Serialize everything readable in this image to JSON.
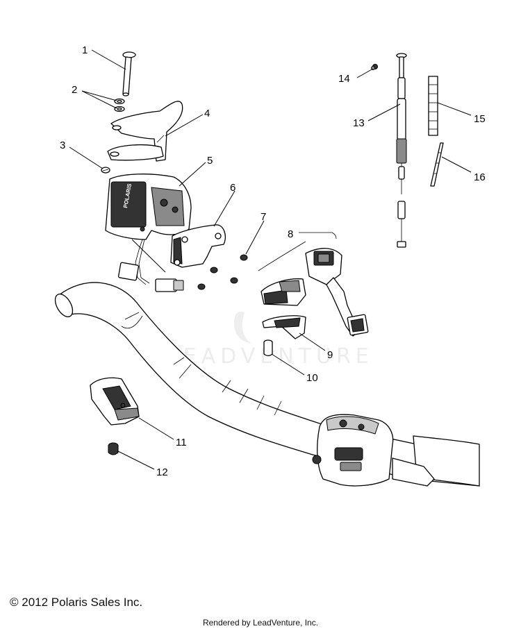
{
  "callouts": [
    "1",
    "2",
    "3",
    "4",
    "5",
    "6",
    "7",
    "8",
    "9",
    "10",
    "11",
    "12",
    "13",
    "14",
    "15",
    "16"
  ],
  "watermark": "LEADVENTURE",
  "footer": {
    "copyright": "© 2012 Polaris Sales Inc.",
    "rendered_by": "Rendered by LeadVenture, Inc."
  }
}
